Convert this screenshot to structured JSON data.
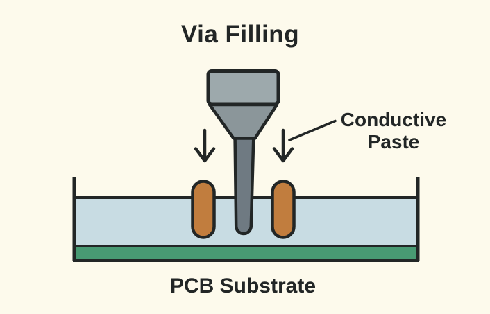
{
  "title": "Via Filling",
  "labels": {
    "conductive_paste": "Conductive Paste",
    "pcb_substrate": "PCB Substrate"
  },
  "colors": {
    "bg": "#FDFAEC",
    "ink": "#222626",
    "funnel_top": "#9DA9AC",
    "funnel_body": "#8B969A",
    "funnel_stem": "#6F7A82",
    "paste": "#C17D3E",
    "liquid": "#C8DCE3",
    "substrate": "#489A73"
  }
}
